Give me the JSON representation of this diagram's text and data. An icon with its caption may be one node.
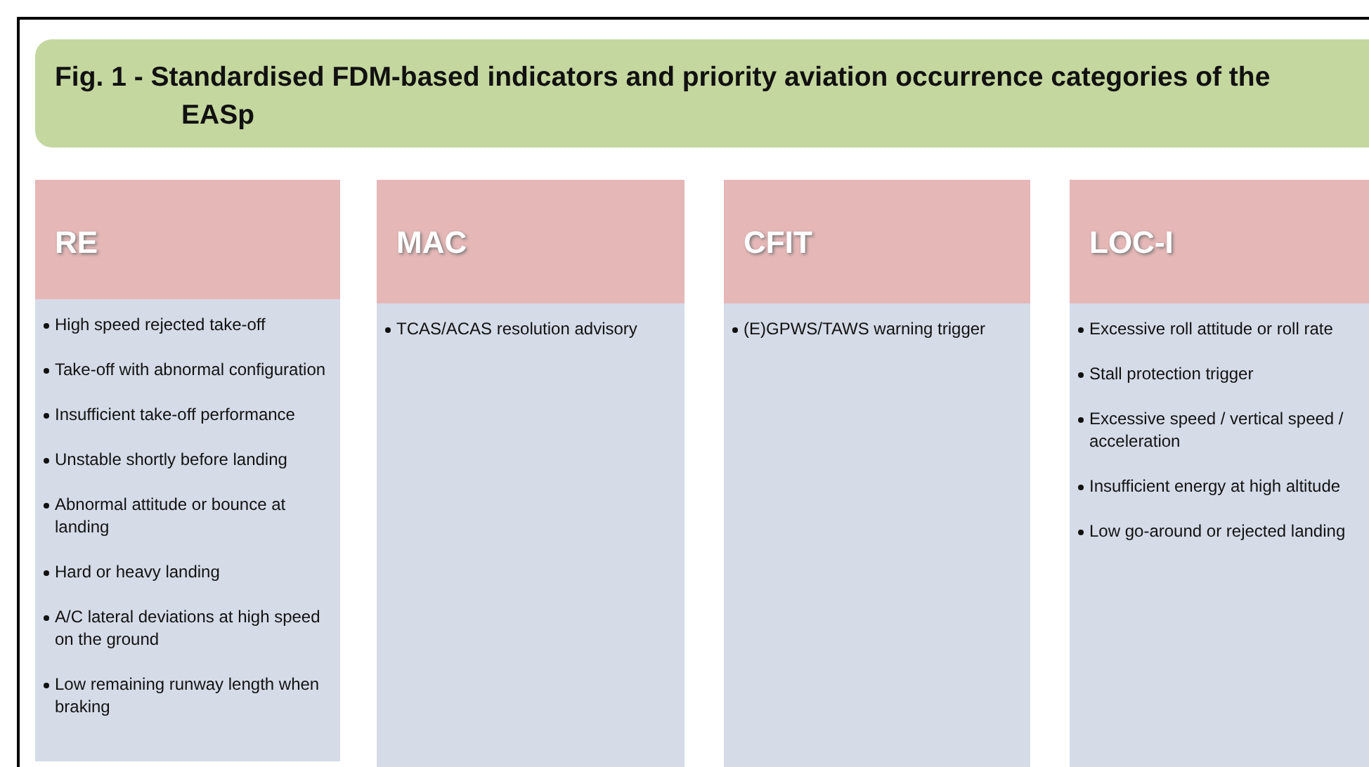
{
  "diagram": {
    "title": "Fig. 1 - Standardised FDM-based indicators and priority aviation occurrence categories of the EASp",
    "nodes": [
      {
        "text": [
          "RE"
        ]
      },
      {
        "text": [
          "High speed rejected  take-off",
          "Take-off with abnormal configuration",
          "Insufficient take-off performance",
          "Unstable shortly before landing",
          "Abnormal attitude or bounce at landing",
          "Hard or heavy  landing",
          "A/C lateral deviations at high speed on the ground",
          "Low remaining runway length when braking"
        ]
      },
      {
        "text": [
          "MAC"
        ]
      },
      {
        "text": [
          "TCAS/ACAS resolution advisory"
        ]
      },
      {
        "text": [
          "CFIT"
        ]
      },
      {
        "text": [
          "(E)GPWS/TAWS warning trigger"
        ]
      },
      {
        "text": [
          "LOC-I"
        ]
      },
      {
        "text": [
          "Excessive roll attitude or  roll rate",
          "Stall protection trigger",
          "Excessive speed / vertical speed / acceleration",
          "Insufficient energy at high altitude",
          "Low go-around or rejected landing"
        ]
      }
    ],
    "edges": []
  }
}
